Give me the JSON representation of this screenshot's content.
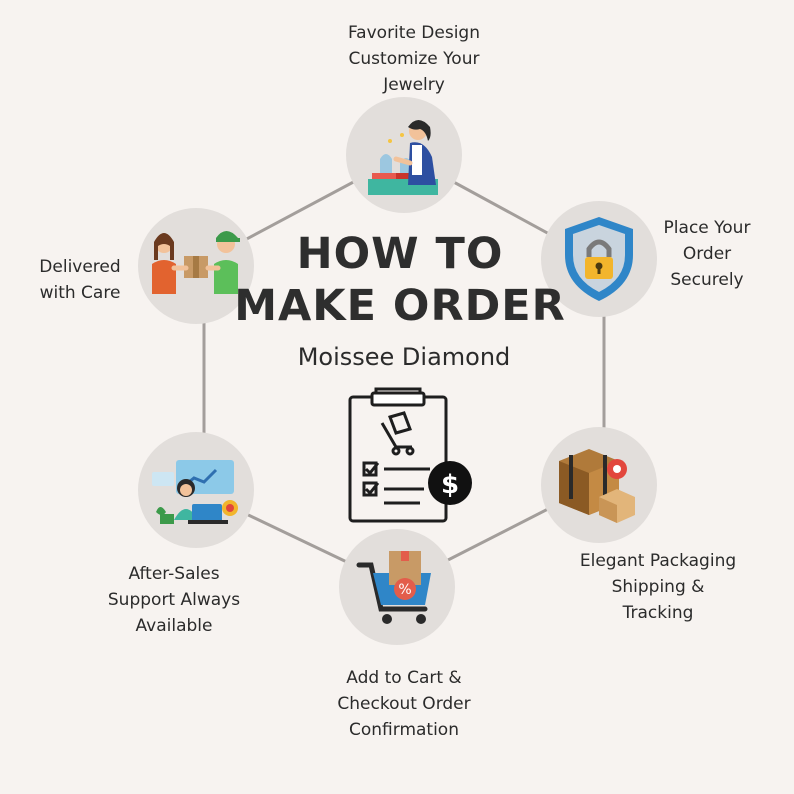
{
  "title": {
    "line1": "HOW TO",
    "line2": "MAKE ORDER"
  },
  "subtitle": "Moissee Diamond",
  "steps": [
    {
      "id": "design",
      "lines": [
        "Favorite Design",
        "Customize Your",
        "Jewelry"
      ],
      "icon": "jeweler-icon"
    },
    {
      "id": "order",
      "lines": [
        "Place Your",
        "Order",
        "Securely"
      ],
      "icon": "shield-lock-icon"
    },
    {
      "id": "packaging",
      "lines": [
        "Elegant Packaging",
        "Shipping &",
        "Tracking"
      ],
      "icon": "package-tracking-icon"
    },
    {
      "id": "cart",
      "lines": [
        "Add to Cart &",
        "Checkout Order",
        "Confirmation"
      ],
      "icon": "shopping-cart-icon"
    },
    {
      "id": "support",
      "lines": [
        "After-Sales",
        "Support Always",
        "Available"
      ],
      "icon": "support-agent-icon"
    },
    {
      "id": "delivery",
      "lines": [
        "Delivered",
        "with Care"
      ],
      "icon": "delivery-handover-icon"
    }
  ],
  "colors": {
    "background": "#f7f3f0",
    "node_fill": "#e2dedb",
    "connector": "#a39e9b",
    "text": "#2b2b2b"
  }
}
